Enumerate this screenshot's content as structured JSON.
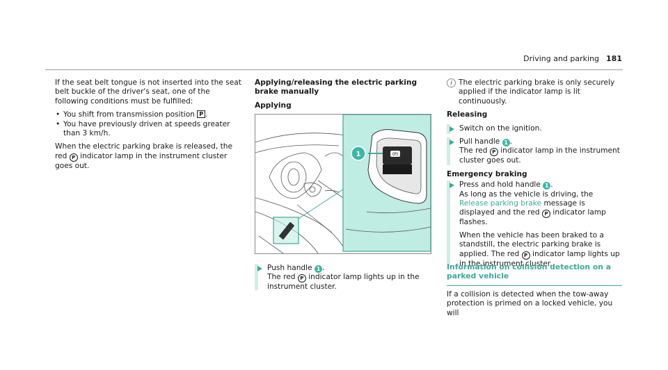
{
  "header": {
    "section": "Driving and parking",
    "page": "181"
  },
  "col1": {
    "intro": "If the seat belt tongue is not inserted into the seat belt buckle of the driver's seat, one of the following conditions must be fulfilled:",
    "bullet1_pre": "You shift from transmission position",
    "bullet1_symbol": "P",
    "bullet1_post": ".",
    "bullet2": "You have previously driven at speeds greater than 3 km/h.",
    "para_pre": "When the electric parking brake is released, the red",
    "para_symbol": "P",
    "para_post": "indicator lamp in the instrument cluster goes out."
  },
  "col2": {
    "heading": "Applying/releasing the electric parking brake manually",
    "subheading": "Applying",
    "figure_callout": "1",
    "figure_switch_symbol": "(P)",
    "step1_pre": "Push handle",
    "step1_num": "1",
    "step1_post": ".",
    "step1_line2_pre": "The red",
    "step1_symbol": "P",
    "step1_line2_post": "indicator lamp lights up in the instrument cluster."
  },
  "col3": {
    "info_icon": "i",
    "info_text": "The electric parking brake is only securely applied if the indicator lamp is lit continuously.",
    "releasing_heading": "Releasing",
    "rel_step1": "Switch on the ignition.",
    "rel_step2_pre": "Pull handle",
    "rel_step2_num": "1",
    "rel_step2_post": ".",
    "rel_step2_line2_pre": "The red",
    "rel_step2_symbol": "P",
    "rel_step2_line2_post": "indicator lamp in the instrument cluster goes out.",
    "emergency_heading": "Emergency braking",
    "em_step_pre": "Press and hold handle",
    "em_step_num": "1",
    "em_step_post": ".",
    "em_line2_pre": "As long as the vehicle is driving, the",
    "em_link": "Release parking brake",
    "em_line2_post": "message is displayed and the red",
    "em_symbol": "P",
    "em_line2_end": "indicator lamp flashes.",
    "em_para2_pre": "When the vehicle has been braked to a standstill, the electric parking brake is applied. The red",
    "em_symbol2": "P",
    "em_para2_post": "indicator lamp lights up in the instrument cluster.",
    "section_title": "Information on collision detection on a parked vehicle",
    "section_text": "If a collision is detected when the tow-away protection is primed on a locked vehicle, you will"
  },
  "colors": {
    "accent": "#3fa898",
    "step_bar": "#cfeee8",
    "figure_highlight": "#bfece3"
  }
}
